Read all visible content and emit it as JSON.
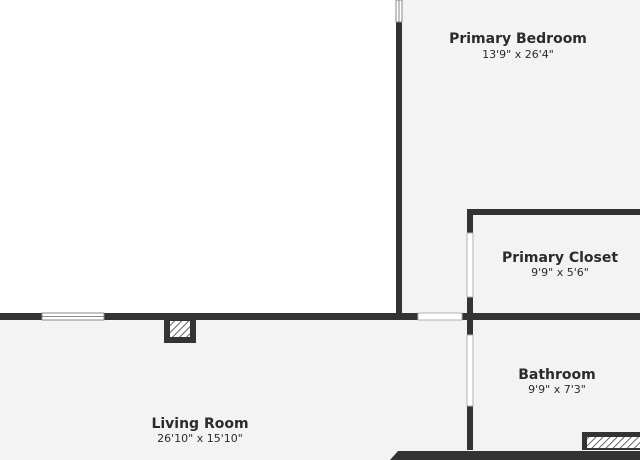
{
  "rooms": [
    {
      "name": "Primary Bedroom",
      "dimensions": "13'9\" x 26'4\""
    },
    {
      "name": "Primary Closet",
      "dimensions": "9'9\" x 5'6\""
    },
    {
      "name": "Bathroom",
      "dimensions": "9'9\" x 7'3\""
    },
    {
      "name": "Living Room",
      "dimensions": "26'10\" x 15'10\""
    }
  ],
  "colors": {
    "wall": "#333333",
    "floor": "#f3f3f3",
    "open_area": "#ffffff"
  }
}
